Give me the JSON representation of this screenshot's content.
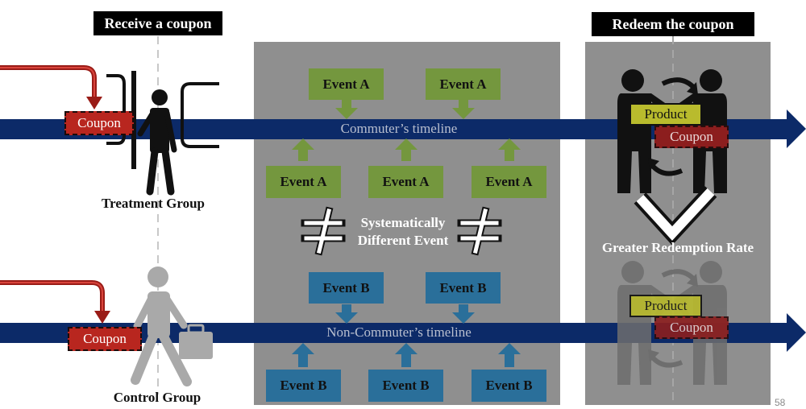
{
  "headers": {
    "receive": "Receive a coupon",
    "redeem": "Redeem the coupon"
  },
  "coupon_label": "Coupon",
  "product_label": "Product",
  "timelines": {
    "commuter": "Commuter’s timeline",
    "non_commuter": "Non-Commuter’s timeline"
  },
  "groups": {
    "treatment": "Treatment Group",
    "control": "Control Group"
  },
  "events": {
    "a": [
      "Event A",
      "Event A",
      "Event A",
      "Event A",
      "Event A"
    ],
    "b": [
      "Event B",
      "Event B",
      "Event B",
      "Event B",
      "Event B"
    ]
  },
  "systematic": {
    "line1": "Systematically",
    "line2": "Different Event"
  },
  "result": "Greater Redemption Rate",
  "page_number": "58",
  "colors": {
    "timeline": "#0c2a68",
    "panel": "#8f8f8f",
    "event_a": "#74973e",
    "event_b": "#2a6f9a",
    "coupon": "#b8261f",
    "product": "#b9bb2d",
    "redirect_arrow": "#9a1c17"
  }
}
